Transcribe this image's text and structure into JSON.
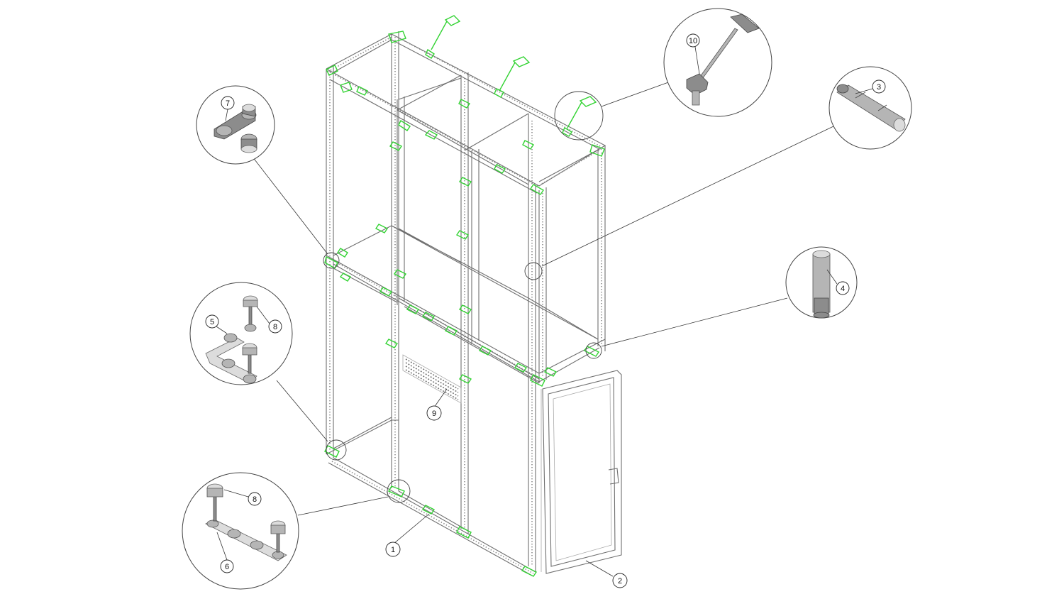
{
  "colors": {
    "frame": "#6f6f6f",
    "connector_highlight": "#34d334",
    "leader": "#333333",
    "background": "#ffffff"
  },
  "balloons": [
    {
      "id": "b1",
      "label": "1"
    },
    {
      "id": "b2",
      "label": "2"
    },
    {
      "id": "b3",
      "label": "3"
    },
    {
      "id": "b4",
      "label": "4"
    },
    {
      "id": "b5",
      "label": "5"
    },
    {
      "id": "b6",
      "label": "6"
    },
    {
      "id": "b7",
      "label": "7"
    },
    {
      "id": "b8a",
      "label": "8"
    },
    {
      "id": "b8b",
      "label": "8"
    },
    {
      "id": "b9",
      "label": "9"
    },
    {
      "id": "b10",
      "label": "10"
    }
  ]
}
